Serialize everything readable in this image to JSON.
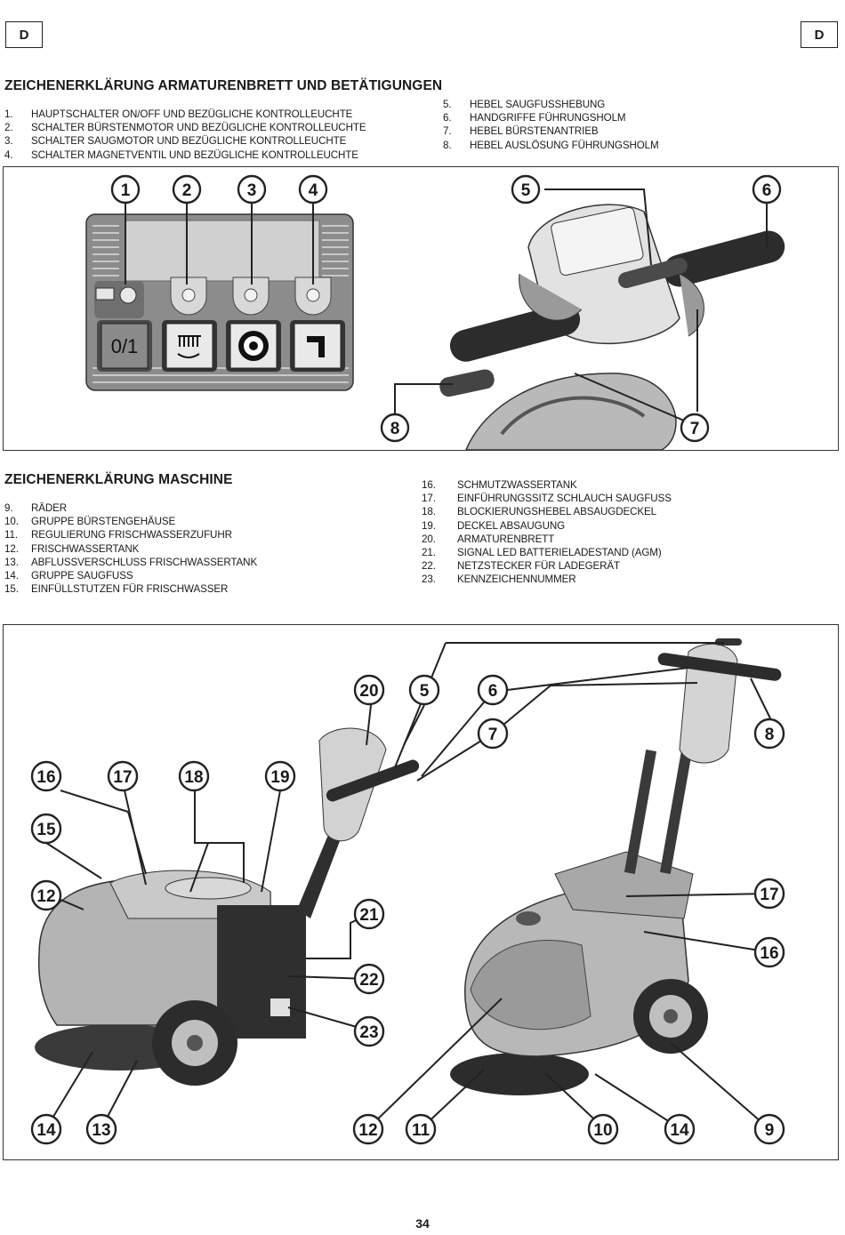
{
  "header": {
    "lang_left": "D",
    "lang_right": "D"
  },
  "section1": {
    "title": "ZEICHENERKLÄRUNG ARMATURENBRETT UND BETÄTIGUNGEN",
    "items_left": [
      {
        "num": "1.",
        "text": "HAUPTSCHALTER ON/OFF UND BEZÜGLICHE KONTROLLEUCHTE"
      },
      {
        "num": "2.",
        "text": "SCHALTER BÜRSTENMOTOR UND BEZÜGLICHE KONTROLLEUCHTE"
      },
      {
        "num": "3.",
        "text": "SCHALTER SAUGMOTOR UND BEZÜGLICHE KONTROLLEUCHTE"
      },
      {
        "num": "4.",
        "text": "SCHALTER MAGNETVENTIL UND BEZÜGLICHE KONTROLLEUCHTE"
      }
    ],
    "items_right": [
      {
        "num": "5.",
        "text": "HEBEL SAUGFUSSHEBUNG"
      },
      {
        "num": "6.",
        "text": "HANDGRIFFE FÜHRUNGSHOLM"
      },
      {
        "num": "7.",
        "text": "HEBEL BÜRSTENANTRIEB"
      },
      {
        "num": "8.",
        "text": "HEBEL AUSLÖSUNG FÜHRUNGSHOLM"
      }
    ],
    "figure_callouts": [
      "1",
      "2",
      "3",
      "4",
      "5",
      "6",
      "7",
      "8"
    ],
    "switch_label": "0/1"
  },
  "section2": {
    "title": "ZEICHENERKLÄRUNG MASCHINE",
    "items_left": [
      {
        "num": "9.",
        "text": "RÄDER"
      },
      {
        "num": "10.",
        "text": "GRUPPE BÜRSTENGEHÄUSE"
      },
      {
        "num": "11.",
        "text": "REGULIERUNG FRISCHWASSERZUFUHR"
      },
      {
        "num": "12.",
        "text": "FRISCHWASSERTANK"
      },
      {
        "num": "13.",
        "text": "ABFLUSSVERSCHLUSS FRISCHWASSERTANK"
      },
      {
        "num": "14.",
        "text": "GRUPPE SAUGFUSS"
      },
      {
        "num": "15.",
        "text": "EINFÜLLSTUTZEN FÜR FRISCHWASSER"
      }
    ],
    "items_right": [
      {
        "num": "16.",
        "text": "SCHMUTZWASSERTANK"
      },
      {
        "num": "17.",
        "text": "EINFÜHRUNGSSITZ SCHLAUCH SAUGFUSS"
      },
      {
        "num": "18.",
        "text": "BLOCKIERUNGSHEBEL ABSAUGDECKEL"
      },
      {
        "num": "19.",
        "text": "DECKEL ABSAUGUNG"
      },
      {
        "num": "20.",
        "text": "ARMATURENBRETT"
      },
      {
        "num": "21.",
        "text": "SIGNAL LED BATTERIELADESTAND (AGM)"
      },
      {
        "num": "22.",
        "text": "NETZSTECKER FÜR LADEGERÄT"
      },
      {
        "num": "23.",
        "text": "KENNZEICHENNUMMER"
      }
    ],
    "figure_callouts": [
      "20",
      "5",
      "6",
      "7",
      "8",
      "16",
      "17",
      "18",
      "19",
      "15",
      "12",
      "21",
      "22",
      "23",
      "17",
      "16",
      "14",
      "13",
      "12",
      "11",
      "10",
      "14",
      "9"
    ]
  },
  "footer": {
    "page_number": "34"
  },
  "colors": {
    "ink": "#1a1a1a",
    "panel_gray": "#8c8c8c",
    "panel_light": "#cfcfcf",
    "machine_gray": "#b4b4b4",
    "machine_dark": "#3a3a3a"
  }
}
